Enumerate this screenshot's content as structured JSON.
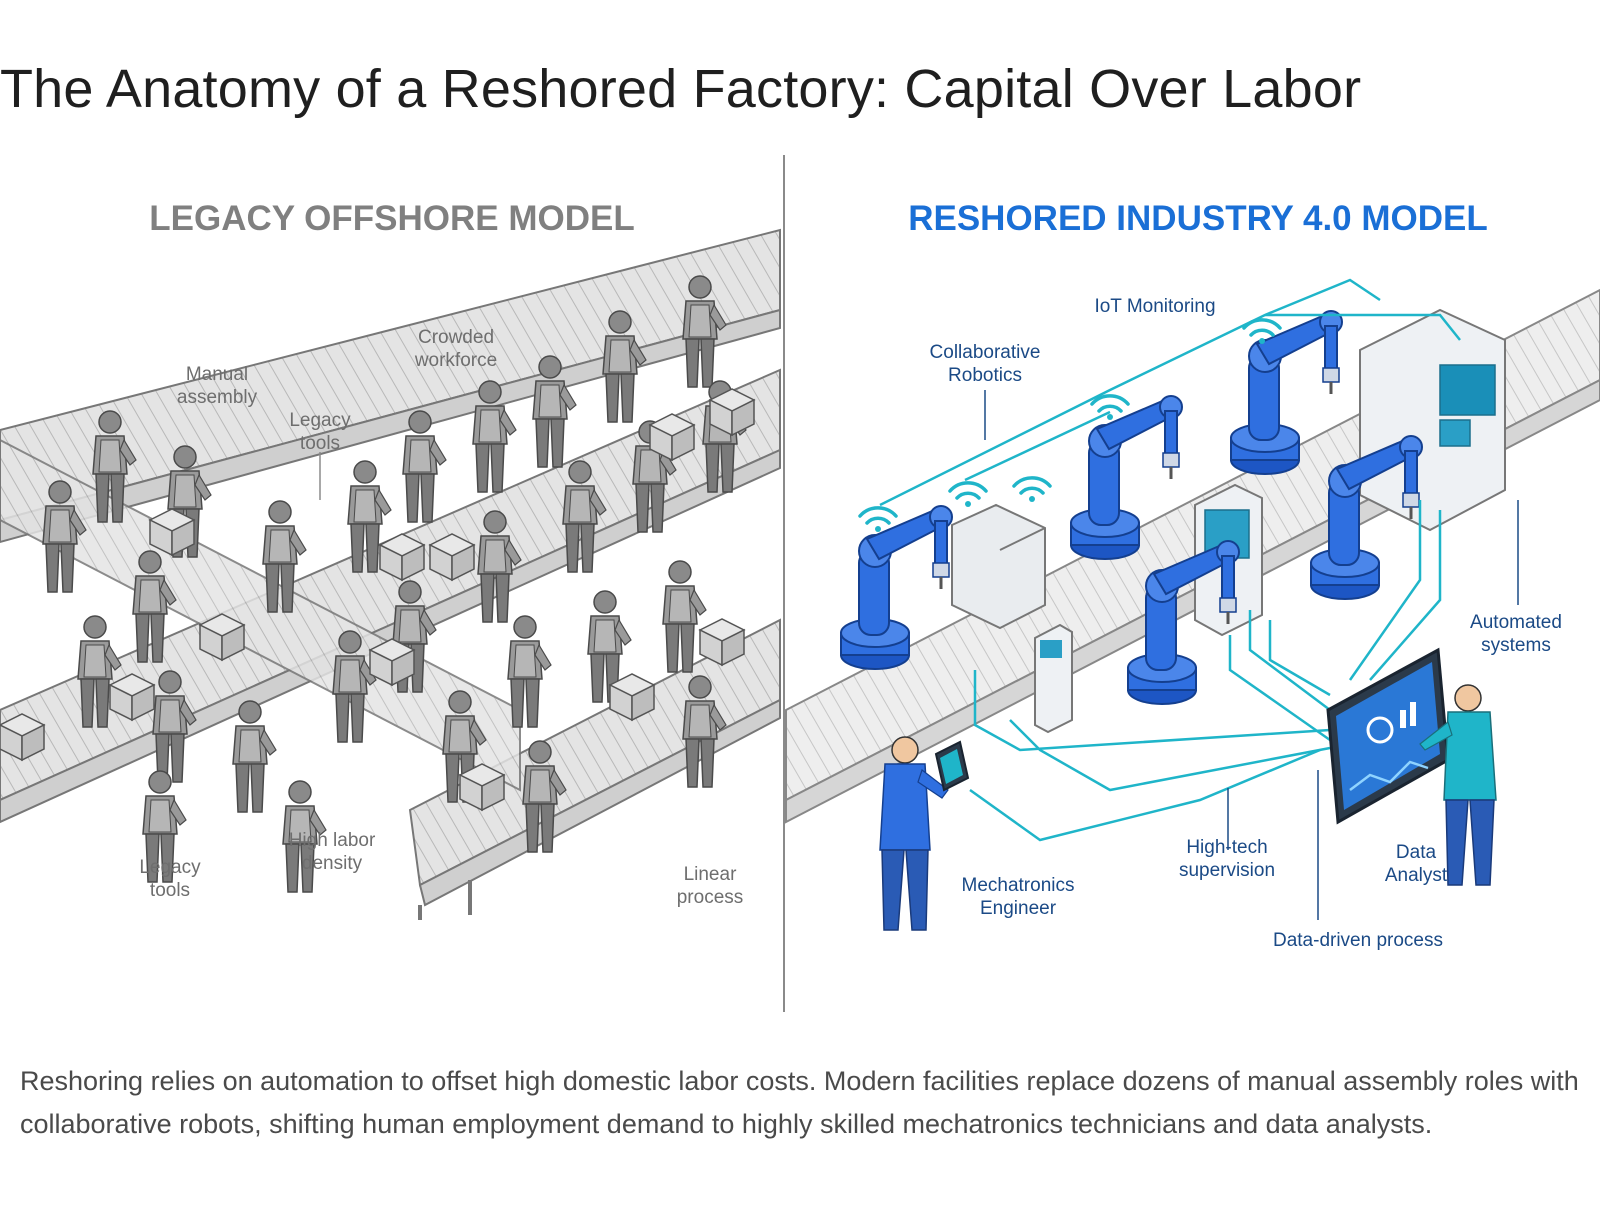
{
  "title": "The Anatomy of a Reshored Factory: Capital Over Labor",
  "colors": {
    "legacy_gray": "#808080",
    "modern_blue": "#1a6fd6",
    "robot_blue": "#2f6fe0",
    "connector_teal": "#1fb5c9",
    "label_dark_blue": "#1b4a86"
  },
  "left_panel": {
    "heading": "LEGACY OFFSHORE MODEL",
    "labels": {
      "crowded_1": "Crowded",
      "crowded_2": "workforce",
      "manual_1": "Manual",
      "manual_2": "assembly",
      "tools_a_1": "Legacy",
      "tools_a_2": "tools",
      "tools_b_1": "Legacy",
      "tools_b_2": "tools",
      "density_1": "High labor",
      "density_2": "density",
      "linear_1": "Linear",
      "linear_2": "process"
    }
  },
  "right_panel": {
    "heading": "RESHORED INDUSTRY 4.0 MODEL",
    "labels": {
      "iot": "IoT Monitoring",
      "cobot_1": "Collaborative",
      "cobot_2": "Robotics",
      "auto_1": "Automated",
      "auto_2": "systems",
      "engineer_1": "Mechatronics",
      "engineer_2": "Engineer",
      "supervision_1": "High-tech",
      "supervision_2": "supervision",
      "analyst_1": "Data",
      "analyst_2": "Analyst",
      "data_process": "Data-driven process"
    }
  },
  "caption": "Reshoring relies on automation to offset high domestic labor costs. Modern facilities replace dozens of manual assembly roles with collaborative robots, shifting human employment demand to highly skilled mechatronics technicians and data analysts."
}
